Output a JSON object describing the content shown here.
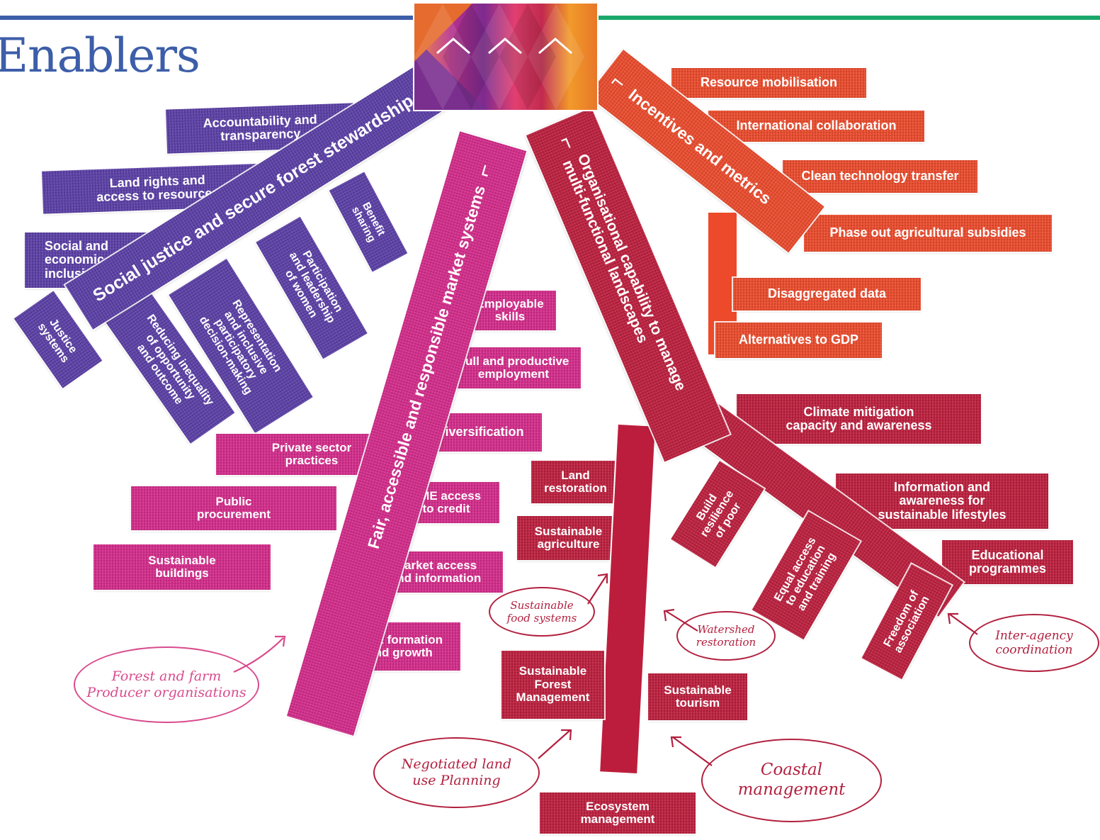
{
  "title": "Enablers",
  "colors": {
    "purple": "#5a3ea6",
    "magenta": "#d42a8a",
    "crimson": "#bd1d3c",
    "orange": "#ec4a2b",
    "blue_line": "#3d5ea8",
    "green_line": "#1aa86a",
    "note_pink": "#d94b8d",
    "note_red": "#b2203f"
  },
  "trunks": {
    "social": "Social justice and secure forest stewardship",
    "market": "Fair, accessible and responsible market systems",
    "capability": "Organisational capability to manage multi-functional landscapes",
    "incentives": "Incentives and metrics"
  },
  "social_branches": {
    "accountability": "Accountability and\ntransparency",
    "land_rights": "Land rights and\naccess to resources",
    "inclusion": "Social and\neconomic\ninclusion",
    "justice": "Justice\nsystems",
    "reducing": "Reducing inequality\nof opportunity\nand outcome",
    "representation": "Representation\nand inclusive\nparticipatory\ndecision-making",
    "participation": "Participation\nand leadership\nof women",
    "benefit": "Benefit\nsharing"
  },
  "market_branches": {
    "employable": "Employable\nskills",
    "full_employment": "Full and productive\nemployment",
    "diversification": "Diversification",
    "private_sector": "Private sector\npractices",
    "public_procurement": "Public\nprocurement",
    "sme_credit": "SME access\nto credit",
    "buildings": "Sustainable\nbuildings",
    "market_access": "Market access\nand information",
    "sme_formation": "SME formation\nand growth"
  },
  "incentive_branches": {
    "resource": "Resource mobilisation",
    "international": "International collaboration",
    "clean_tech": "Clean technology transfer",
    "subsidies": "Phase out agricultural subsidies",
    "disaggregated": "Disaggregated data",
    "gdp": "Alternatives to GDP"
  },
  "capability_branches": {
    "climate": "Climate mitigation\ncapacity and awareness",
    "information": "Information and\nawareness for\nsustainable lifestyles",
    "educational": "Educational\nprogrammes",
    "resilience": "Build\nresilience\nof poor",
    "equal_access": "Equal access\nto education\nand training",
    "freedom": "Freedom of\nassociation",
    "land_restoration": "Land\nrestoration",
    "sust_agriculture": "Sustainable\nagriculture",
    "sfm": "Sustainable\nForest\nManagement",
    "tourism": "Sustainable\ntourism",
    "ecosystem": "Ecosystem\nmanagement"
  },
  "notes": {
    "forest_farm": "Forest and farm\nProducer organisations",
    "food": "Sustainable\nfood systems",
    "watershed": "Watershed\nrestoration",
    "interagency": "Inter-agency\ncoordination",
    "negotiated": "Negotiated land\nuse Planning",
    "coastal": "Coastal\nmanagement"
  }
}
